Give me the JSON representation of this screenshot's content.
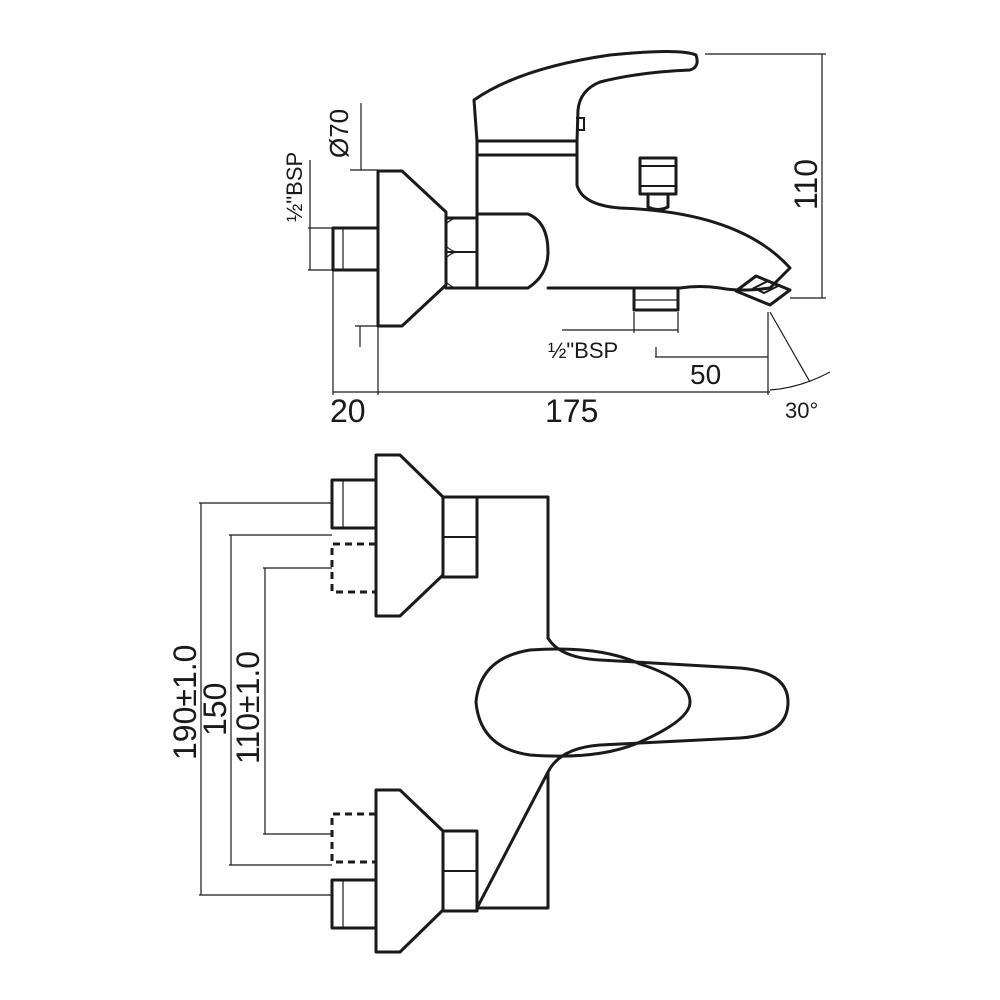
{
  "drawing": {
    "side_view": {
      "dims": {
        "diameter": "Ø70",
        "inlet_thread": "½\"BSP",
        "outlet_thread": "½\"BSP",
        "height": "110",
        "spout_projection": "50",
        "wall_offset": "20",
        "overall_length": "175",
        "angle": "30°"
      }
    },
    "front_view": {
      "dims": {
        "max_centers": "190±1.0",
        "nominal_centers": "150",
        "min_centers": "110±1.0"
      }
    }
  }
}
